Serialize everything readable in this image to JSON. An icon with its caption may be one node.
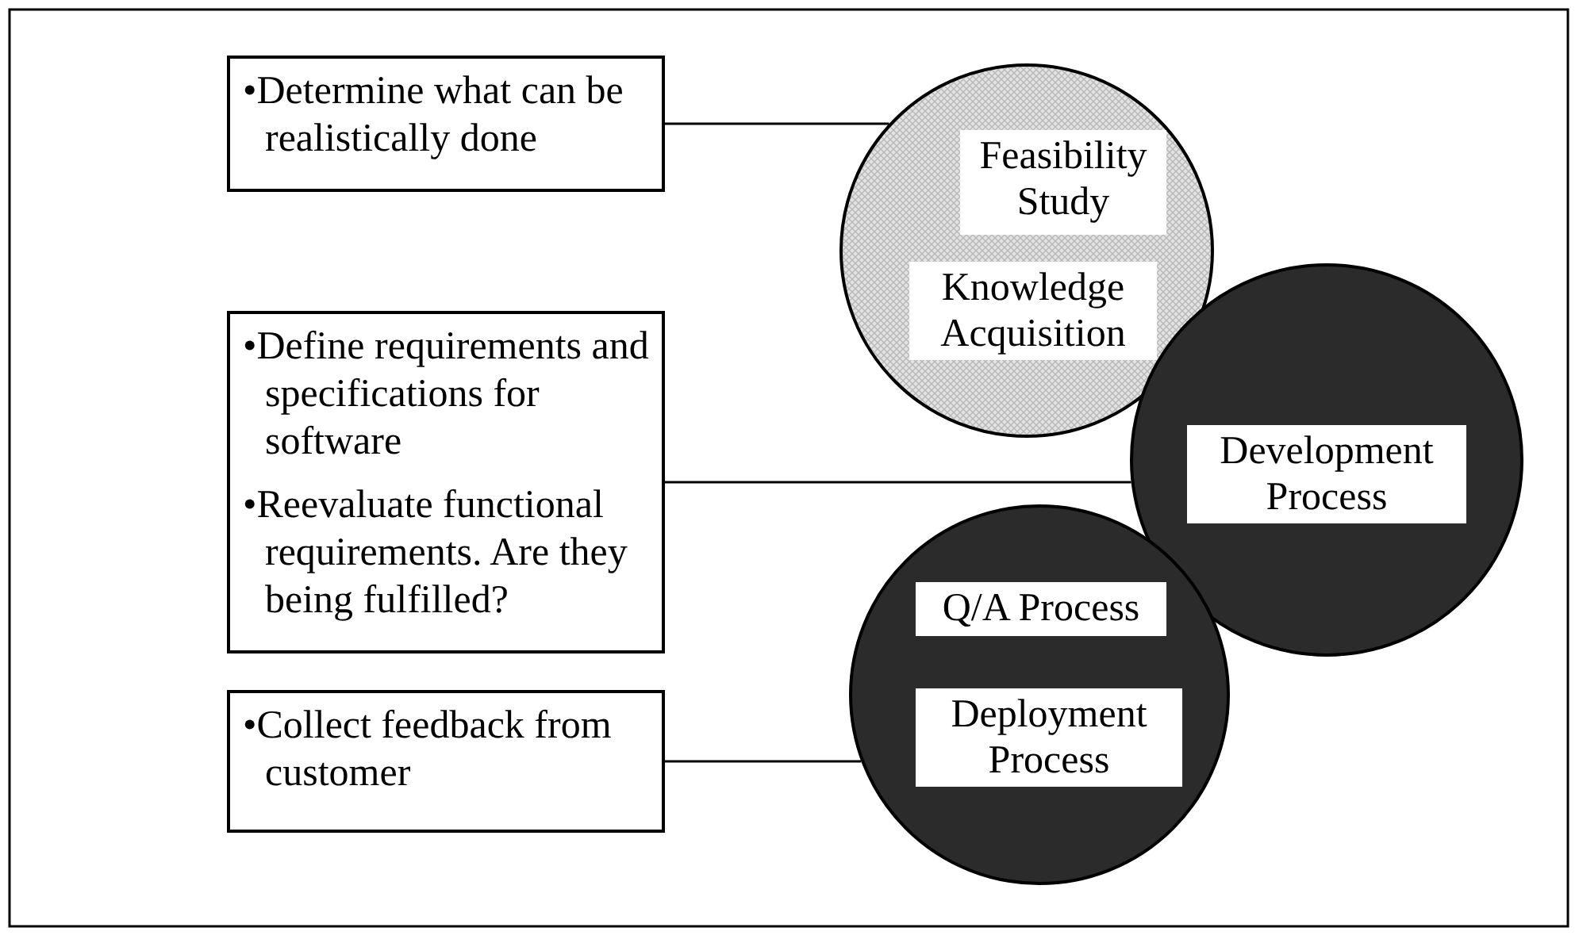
{
  "diagram": {
    "nodes": [
      {
        "text": [
          "•Determine what can be realistically done"
        ]
      },
      {
        "text": [
          "•Define requirements and specifications for software",
          "•Reevaluate functional requirements.  Are they being fulfilled?"
        ]
      },
      {
        "text": [
          "•Collect feedback from customer"
        ]
      },
      {
        "text": [
          "Feasibility Study",
          "Knowledge Acquisition"
        ]
      },
      {
        "text": [
          "Development Process"
        ]
      },
      {
        "text": [
          "Q/A Process",
          "Deployment Process"
        ]
      }
    ],
    "edges": [
      {
        "from": 0,
        "to": 3,
        "arrow": "none"
      },
      {
        "from": 1,
        "to": 4,
        "arrow": "none"
      },
      {
        "from": 2,
        "to": 5,
        "arrow": "none"
      }
    ]
  }
}
